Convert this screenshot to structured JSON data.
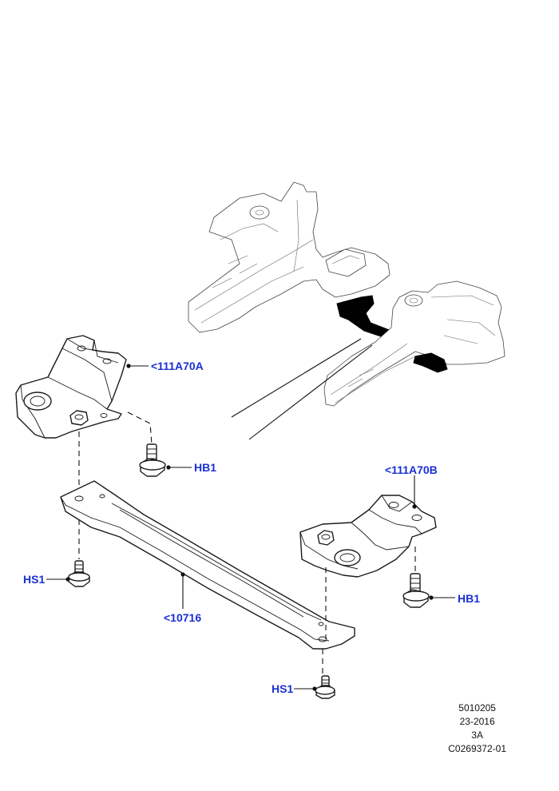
{
  "callouts": {
    "bracket_left": "<111A70A",
    "bracket_right": "<111A70B",
    "crossmember": "<10716",
    "bolt_hb1_left": "HB1",
    "bolt_hb1_right": "HB1",
    "bolt_hs1_left": "HS1",
    "bolt_hs1_bottom": "HS1"
  },
  "footer": {
    "line1": "5010205",
    "line2": "23-2016",
    "line3": "3A",
    "line4": "C0269372-01"
  },
  "colors": {
    "callout": "#1a2fd6",
    "line": "#1b1b1b"
  }
}
